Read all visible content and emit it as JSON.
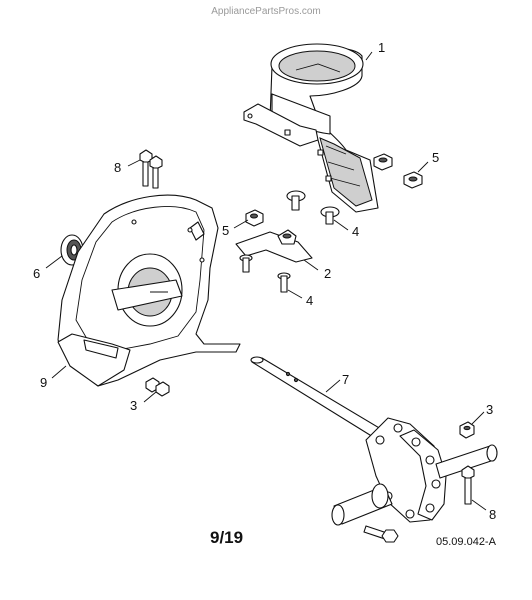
{
  "watermark": "AppliancePartsPros.com",
  "page_number": "9/19",
  "drawing_code": "05.09.042-A",
  "callouts": [
    {
      "id": "c1a",
      "label": "1"
    },
    {
      "id": "c5a",
      "label": "5"
    },
    {
      "id": "c8a",
      "label": "8"
    },
    {
      "id": "c5b",
      "label": "5"
    },
    {
      "id": "c4a",
      "label": "4"
    },
    {
      "id": "c2a",
      "label": "2"
    },
    {
      "id": "c6a",
      "label": "6"
    },
    {
      "id": "c4b",
      "label": "4"
    },
    {
      "id": "c9a",
      "label": "9"
    },
    {
      "id": "c7a",
      "label": "7"
    },
    {
      "id": "c3a",
      "label": "3"
    },
    {
      "id": "c3b",
      "label": "3"
    },
    {
      "id": "c8b",
      "label": "8"
    }
  ]
}
